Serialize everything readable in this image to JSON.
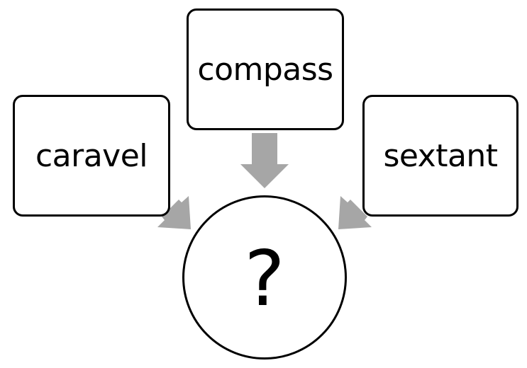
{
  "diagram": {
    "nodes": {
      "compass": "compass",
      "caravel": "caravel",
      "sextant": "sextant"
    },
    "center": {
      "label": "?"
    },
    "arrow_color": "#a6a6a6"
  }
}
